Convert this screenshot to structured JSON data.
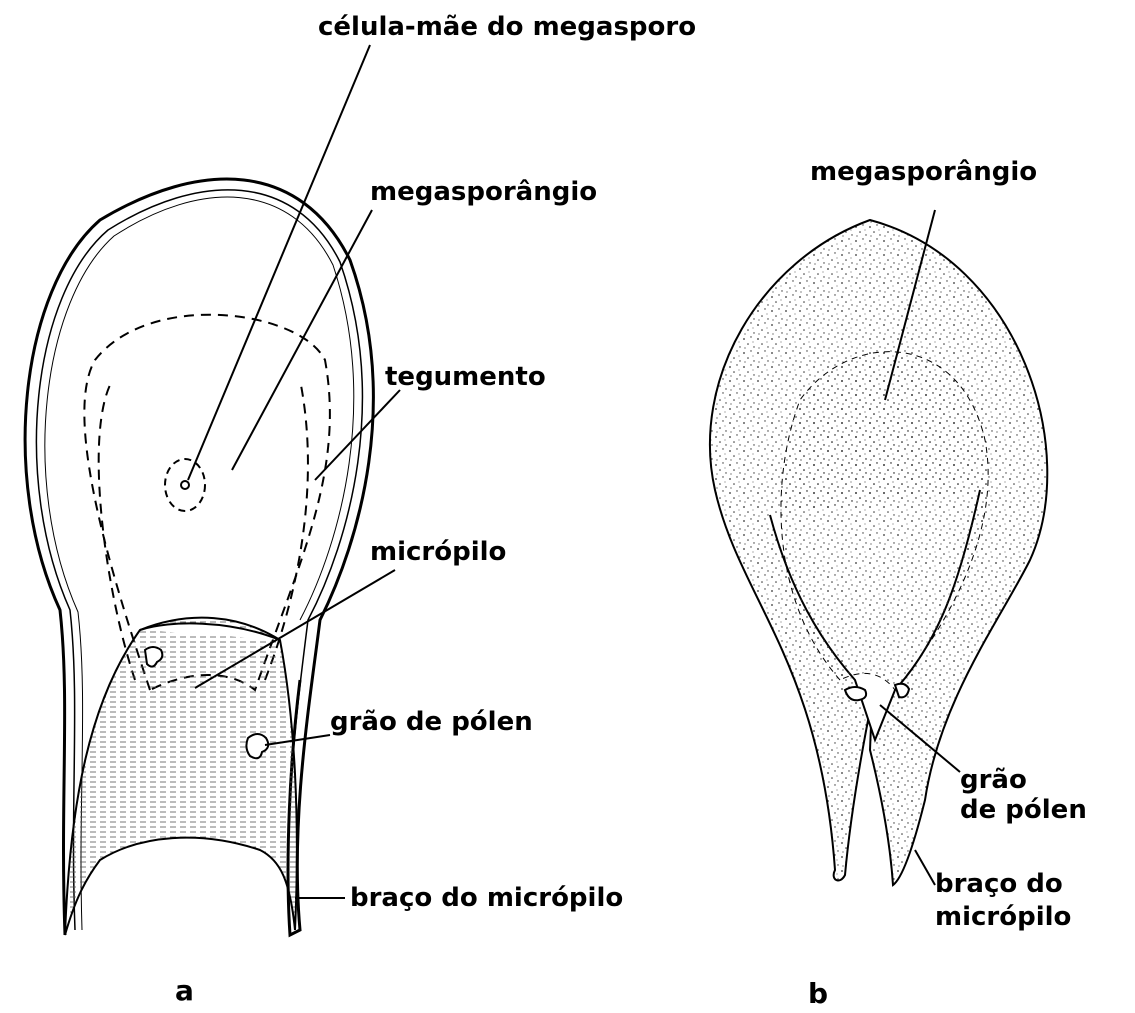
{
  "figure": {
    "panel_a": {
      "letter": "a",
      "labels": {
        "celula_mae": "célula-mãe do megasporo",
        "megasporangio": "megasporângio",
        "tegumento": "tegumento",
        "micropilo": "micrópilo",
        "grao_polen": "grão de pólen",
        "braco_micropilo": "braço do micrópilo"
      }
    },
    "panel_b": {
      "letter": "b",
      "labels": {
        "megasporangio": "megasporângio",
        "grao_line1": "grão",
        "grao_line2": "de pólen",
        "braco_line1": "braço do",
        "braco_line2": "micrópilo"
      }
    }
  }
}
